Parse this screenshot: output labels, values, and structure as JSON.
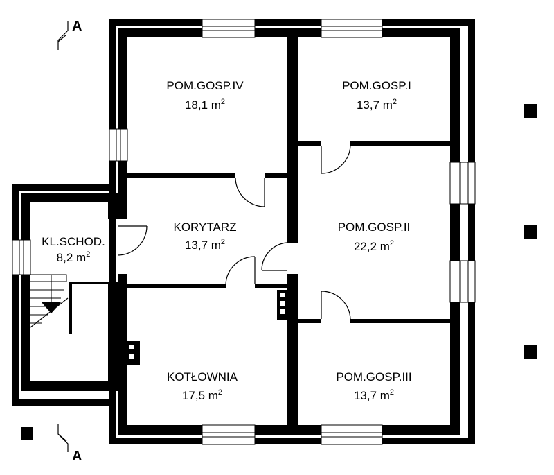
{
  "rooms": {
    "pom_gosp_iv": {
      "name": "POM.GOSP.IV",
      "area": "18,1 m",
      "unit_sup": "2"
    },
    "pom_gosp_i": {
      "name": "POM.GOSP.I",
      "area": "13,7 m",
      "unit_sup": "2"
    },
    "korytarz": {
      "name": "KORYTARZ",
      "area": "13,7 m",
      "unit_sup": "2"
    },
    "pom_gosp_ii": {
      "name": "POM.GOSP.II",
      "area": "22,2 m",
      "unit_sup": "2"
    },
    "kl_schod": {
      "name": "KL.SCHOD.",
      "area": "8,2 m",
      "unit_sup": "2"
    },
    "kotlownia": {
      "name": "KOTŁOWNIA",
      "area": "17,5 m",
      "unit_sup": "2"
    },
    "pom_gosp_iii": {
      "name": "POM.GOSP.III",
      "area": "13,7 m",
      "unit_sup": "2"
    }
  },
  "section_marks": {
    "top": "A",
    "bottom": "A"
  },
  "colors": {
    "wall": "#000000",
    "background": "#ffffff"
  }
}
